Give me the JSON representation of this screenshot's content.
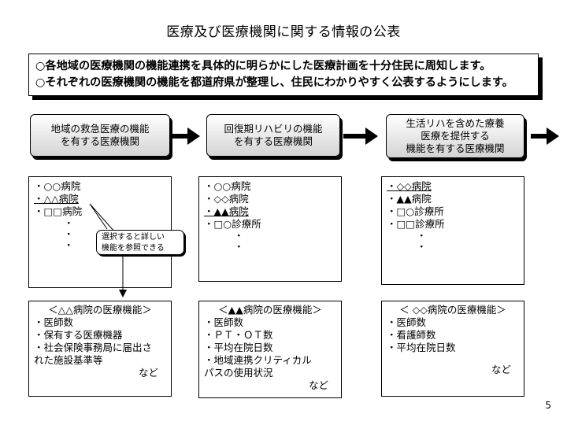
{
  "title": "医療及び医療機関に関する情報の公表",
  "banner": {
    "line1": "○各地域の医療機関の機能連携を具体的に明らかにした医療計画を十分住民に周知します。",
    "line2": "○それぞれの医療機関の機能を都道府県が整理し、住民にわかりやすく公表するようにします。"
  },
  "phases": [
    {
      "lines": [
        "地域の救急医療の機能",
        "を有する医療機関"
      ]
    },
    {
      "lines": [
        "回復期リハビリの機能",
        "を有する医療機関"
      ]
    },
    {
      "lines": [
        "生活リハを含めた療養",
        "医療を提供する",
        "機能を有する医療機関"
      ]
    }
  ],
  "lists": [
    {
      "items": [
        "・○○病院",
        "・△△病院",
        "・□□病院"
      ],
      "dots": [
        "・",
        "・",
        "・"
      ]
    },
    {
      "items": [
        "・○○病院",
        "・◇◇病院",
        "・▲▲病院",
        "・□○診療所"
      ],
      "dots": [
        "・",
        "・"
      ]
    },
    {
      "items": [
        "・◇◇病院",
        "・▲▲病院",
        "・□○診療所",
        "・□□診療所"
      ],
      "dots": [
        "・",
        "・"
      ]
    }
  ],
  "callout": {
    "line1": "選択すると詳しい",
    "line2": "機能を参照できる"
  },
  "details": [
    {
      "header": "＜△△病院の医療機能＞",
      "items": [
        "・医師数",
        "・保有する医療機器",
        "・社会保険事務局に届出さ",
        "れた施設基準等"
      ],
      "etc": "など"
    },
    {
      "header": "＜▲▲病院の医療機能＞",
      "items": [
        "・医師数",
        "・ＰＴ・ＯＴ数",
        "・平均在院日数",
        "・地域連携クリティカル",
        "パスの使用状況"
      ],
      "etc": "など"
    },
    {
      "header": "＜ ◇◇病院の医療機能＞",
      "items": [
        "・医師数",
        "・看護師数",
        "・平均在院日数"
      ],
      "etc": "など"
    }
  ],
  "page_number": "5"
}
